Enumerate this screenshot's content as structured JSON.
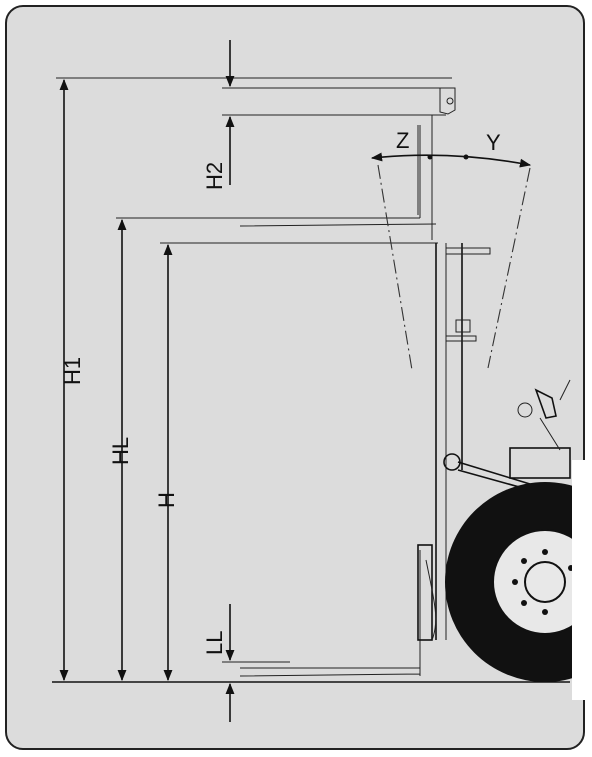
{
  "labels": {
    "h1": "H1",
    "h2": "H2",
    "hl": "HL",
    "h": "H",
    "ll": "LL",
    "z": "Z",
    "y": "Y"
  },
  "colors": {
    "background": "#dcdcdc",
    "line": "#111111",
    "frame": "#222222"
  }
}
